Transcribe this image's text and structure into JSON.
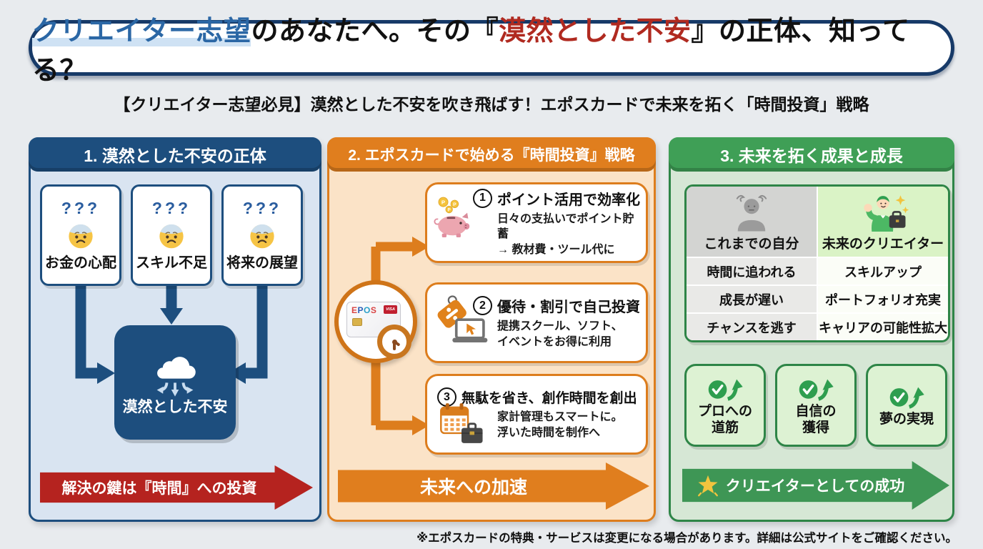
{
  "page": {
    "title": {
      "lead": "クリエイター志望",
      "mid": "のあなたへ。その",
      "open": "『",
      "highlight": "漠然とした不安",
      "close": "』",
      "tail": "の正体、知ってる？"
    },
    "subtitle": "【クリエイター志望必見】漠然とした不安を吹き飛ばす！エポスカードで未来を拓く「時間投資」戦略",
    "footnote": "※エポスカードの特典・サービスは変更になる場合があります。詳細は公式サイトをご確認ください。"
  },
  "colors": {
    "page_bg": "#e8ebee",
    "navy": "#1d4e7e",
    "title_blue": "#2b67a5",
    "title_red": "#b02a20",
    "red_banner": "#b5231f",
    "orange": "#e07e1e",
    "orange_bg": "#fbe3c7",
    "green_header": "#3f9f56",
    "green_border": "#2e8547",
    "green_bg": "#d6e7d5",
    "green_banner": "#3e9655"
  },
  "section1": {
    "header": "1. 漠然とした不安の正体",
    "worries": [
      {
        "marks": "???",
        "label": "お金の心配"
      },
      {
        "marks": "???",
        "label": "スキル不足"
      },
      {
        "marks": "???",
        "label": "将来の展望"
      }
    ],
    "result": "漠然とした不安",
    "banner": "解決の鍵は『時間』への投資"
  },
  "section2": {
    "header": "2. エポスカードで始める『時間投資』戦略",
    "card": {
      "brand_letters": [
        "E",
        "P",
        "O",
        "S"
      ],
      "network": "VISA"
    },
    "coin_letter": "P",
    "steps": [
      {
        "number": "1",
        "title": "ポイント活用で効率化",
        "desc": "日々の支払いでポイント貯蓄\n→ 教材費・ツール代に"
      },
      {
        "number": "2",
        "title": "優待・割引で自己投資",
        "desc": "提携スクール、ソフト、\nイベントをお得に利用"
      },
      {
        "number": "3",
        "title": "無駄を省き、創作時間を創出",
        "desc": "家計管理もスマートに。\n浮いた時間を制作へ"
      }
    ],
    "banner": "未来への加速"
  },
  "section3": {
    "header": "3. 未来を拓く成果と成長",
    "table": {
      "past_header": "これまでの自分",
      "future_header": "未来のクリエイター",
      "rows": [
        {
          "past": "時間に追われる",
          "future": "スキルアップ"
        },
        {
          "past": "成長が遅い",
          "future": "ポートフォリオ充実"
        },
        {
          "past": "チャンスを逃す",
          "future": "キャリアの可能性拡大"
        }
      ]
    },
    "achievements": [
      {
        "label": "プロへの\n道筋"
      },
      {
        "label": "自信の\n獲得"
      },
      {
        "label": "夢の実現"
      }
    ],
    "banner": "クリエイターとしての成功"
  }
}
